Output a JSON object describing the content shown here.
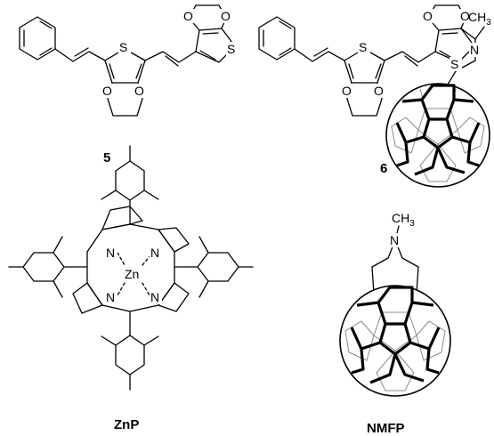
{
  "compounds": [
    {
      "id": "5",
      "label": "5"
    },
    {
      "id": "6",
      "label": "6"
    },
    {
      "id": "znp",
      "label": "ZnP"
    },
    {
      "id": "nmfp",
      "label": "NMFP"
    }
  ],
  "atoms": {
    "sulfur": "S",
    "oxygen": "O",
    "nitrogen": "N",
    "zinc": "Zn",
    "methyl": "CH",
    "methyl_subscript": "3"
  },
  "colors": {
    "bond": "#000000",
    "cage_back": "#8a8a8a",
    "background": "#ffffff"
  }
}
